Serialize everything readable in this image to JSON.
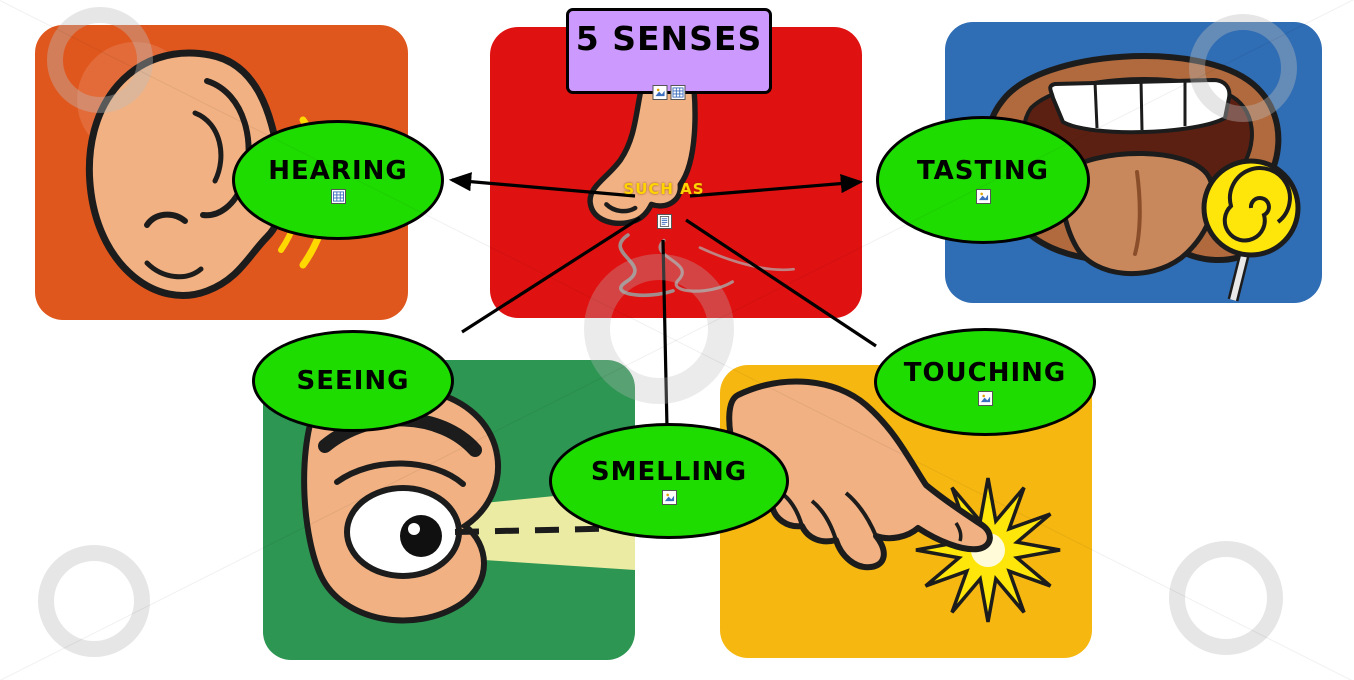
{
  "title": {
    "label": "5 SENSES"
  },
  "hub": {
    "label": "SUCH AS"
  },
  "nodes": {
    "hearing": {
      "label": "HEARING"
    },
    "tasting": {
      "label": "TASTING"
    },
    "seeing": {
      "label": "SEEING"
    },
    "touching": {
      "label": "TOUCHING"
    },
    "smelling": {
      "label": "SMELLING"
    }
  },
  "icons": {
    "title": [
      "picture-attachment-icon",
      "grid-attachment-icon"
    ],
    "hub": [
      "notes-attachment-icon"
    ],
    "hearing": [
      "grid-attachment-icon"
    ],
    "tasting": [
      "picture-attachment-icon"
    ],
    "touching": [
      "picture-attachment-icon"
    ],
    "smelling": [
      "picture-attachment-icon"
    ]
  },
  "colors": {
    "node_fill": "#1fdc00",
    "node_border": "#000000",
    "title_fill": "#cc99ff",
    "hub_text": "#ffd400",
    "connector": "#000000",
    "tile_hearing": "#e0571e",
    "tile_smelling": "#e01111",
    "tile_tasting": "#2f6db4",
    "tile_seeing": "#2d9653",
    "tile_touching": "#f6b711"
  }
}
